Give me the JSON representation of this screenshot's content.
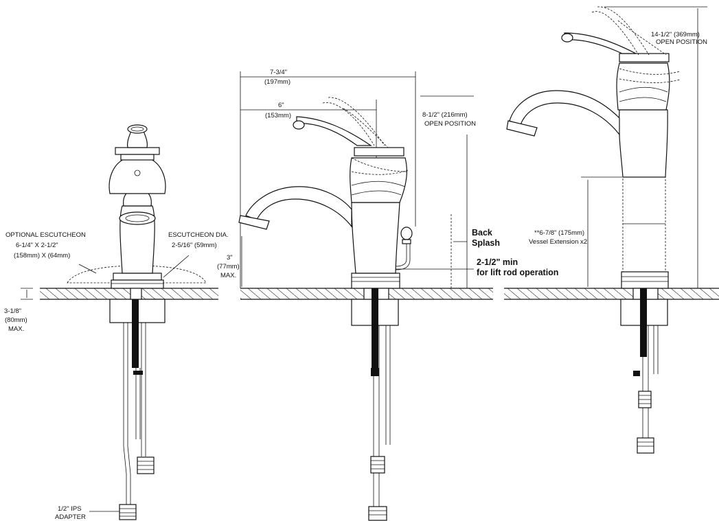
{
  "labels": {
    "optional_escutcheon": "OPTIONAL ESCUTCHEON",
    "optional_escutcheon_size": "6-1/4\" X 2-1/2\"",
    "optional_escutcheon_mm": "(158mm) X (64mm)",
    "escutcheon_dia": "ESCUTCHEON DIA.",
    "escutcheon_dia_size": "2-5/16\" (59mm)",
    "deck_thickness": "3-1/8\"",
    "deck_thickness_mm": "(80mm)",
    "deck_thickness_max": "MAX.",
    "ips_adapter_1": "1/2\" IPS",
    "ips_adapter_2": "ADAPTER",
    "reach_total": "7-3/4\"",
    "reach_total_mm": "(197mm)",
    "reach_spout": "6\"",
    "reach_spout_mm": "(153mm)",
    "open_height_side": "8-1/2\" (216mm)",
    "open_position_side": "OPEN POSITION",
    "spout_height": "3\"",
    "spout_height_mm": "(77mm)",
    "spout_height_max": "MAX.",
    "back_splash_1": "Back",
    "back_splash_2": "Splash",
    "lift_rod_1": "2-1/2\" min",
    "lift_rod_2": "for lift rod operation",
    "vessel_open_height": "14-1/2\" (369mm)",
    "vessel_open_position": "OPEN POSITION",
    "vessel_extension": "**6-7/8\" (175mm)",
    "vessel_extension_2": "Vessel Extension x2"
  }
}
